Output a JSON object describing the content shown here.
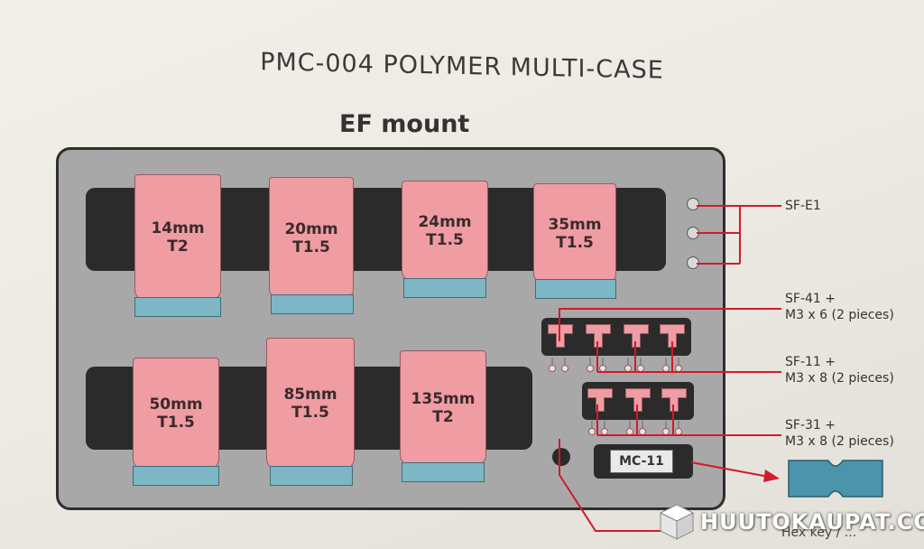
{
  "header": {
    "title": "PMC-004  POLYMER MULTI-CASE",
    "subtitle": "EF mount"
  },
  "lenses": [
    {
      "focal": "14mm",
      "aperture": "T2"
    },
    {
      "focal": "20mm",
      "aperture": "T1.5"
    },
    {
      "focal": "24mm",
      "aperture": "T1.5"
    },
    {
      "focal": "35mm",
      "aperture": "T1.5"
    },
    {
      "focal": "50mm",
      "aperture": "T1.5"
    },
    {
      "focal": "85mm",
      "aperture": "T1.5"
    },
    {
      "focal": "135mm",
      "aperture": "T2"
    }
  ],
  "parts": {
    "sf_e1": "SF-E1",
    "sf_41": {
      "name": "SF-41 +",
      "detail": "M3 x 6 (2 pieces)"
    },
    "sf_11": {
      "name": "SF-11 +",
      "detail": "M3 x 8 (2 pieces)"
    },
    "sf_31": {
      "name": "SF-31 +",
      "detail": "M3 x 8 (2 pieces)"
    },
    "mc_11": "MC-11",
    "hex_key": "Hex key / ..."
  },
  "watermark": {
    "text": "HUUTOKAUPAT.COM"
  },
  "colors": {
    "lens_pink": "#ef9ca3",
    "base_blue": "#7db6c4",
    "foam": "#2b2b2b",
    "case": "#a8a8a8",
    "leader": "#d11a2a"
  }
}
